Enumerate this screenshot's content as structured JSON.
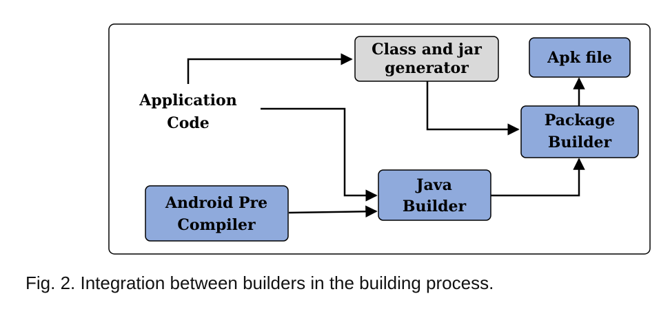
{
  "diagram": {
    "nodes": {
      "class_jar": {
        "line1": "Class and jar",
        "line2": "generator"
      },
      "apk": {
        "label": "Apk file"
      },
      "application_code": {
        "line1": "Application",
        "line2": "Code"
      },
      "package_builder": {
        "line1": "Package",
        "line2": "Builder"
      },
      "java_builder": {
        "line1": "Java",
        "line2": "Builder"
      },
      "android_pre_compiler": {
        "line1": "Android Pre",
        "line2": "Compiler"
      }
    },
    "edges": [
      {
        "from": "Application Code",
        "to": "Class and jar generator"
      },
      {
        "from": "Application Code",
        "to": "Java Builder"
      },
      {
        "from": "Android Pre Compiler",
        "to": "Java Builder"
      },
      {
        "from": "Class and jar generator",
        "to": "Package Builder"
      },
      {
        "from": "Java Builder",
        "to": "Package Builder"
      },
      {
        "from": "Package Builder",
        "to": "Apk file"
      }
    ],
    "colors": {
      "builder_fill": "#8faadc",
      "generator_fill": "#d9d9d9",
      "stroke": "#000000"
    }
  },
  "caption": "Fig. 2. Integration between builders in the building process."
}
